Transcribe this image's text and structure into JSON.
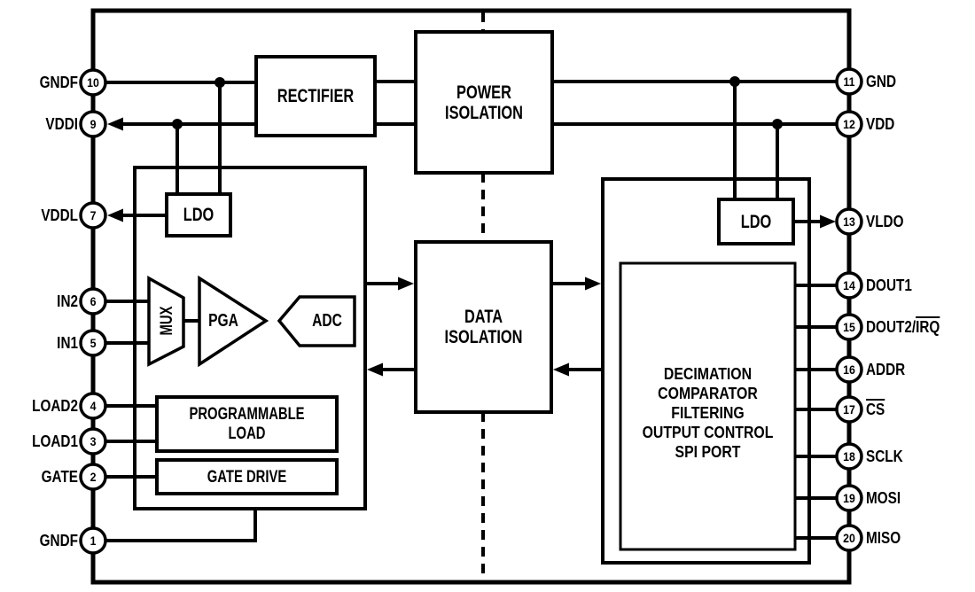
{
  "colors": {
    "ink": "#000000",
    "paper": "#ffffff"
  },
  "pins_left": [
    {
      "num": "10",
      "label": "GNDF"
    },
    {
      "num": "9",
      "label": "VDDI"
    },
    {
      "num": "7",
      "label": "VDDL"
    },
    {
      "num": "6",
      "label": "IN2"
    },
    {
      "num": "5",
      "label": "IN1"
    },
    {
      "num": "4",
      "label": "LOAD2"
    },
    {
      "num": "3",
      "label": "LOAD1"
    },
    {
      "num": "2",
      "label": "GATE"
    },
    {
      "num": "1",
      "label": "GNDF"
    }
  ],
  "pins_right": [
    {
      "num": "11",
      "label": "GND"
    },
    {
      "num": "12",
      "label": "VDD"
    },
    {
      "num": "13",
      "label": "VLDO"
    },
    {
      "num": "14",
      "label": "DOUT1"
    },
    {
      "num": "15",
      "label": "DOUT2/",
      "label_overline": "IRQ"
    },
    {
      "num": "16",
      "label": "ADDR"
    },
    {
      "num": "17",
      "label": "",
      "label_overline": "CS"
    },
    {
      "num": "18",
      "label": "SCLK"
    },
    {
      "num": "19",
      "label": "MOSI"
    },
    {
      "num": "20",
      "label": "MISO"
    }
  ],
  "blocks": {
    "rectifier": {
      "label": "RECTIFIER"
    },
    "power_isolation": {
      "lines": [
        "POWER",
        "ISOLATION"
      ]
    },
    "data_isolation": {
      "lines": [
        "DATA",
        "ISOLATION"
      ]
    },
    "ldo_left": {
      "label": "LDO"
    },
    "ldo_right": {
      "label": "LDO"
    },
    "mux": {
      "label": "MUX"
    },
    "pga": {
      "label": "PGA"
    },
    "adc": {
      "label": "ADC"
    },
    "programmable_load": {
      "lines": [
        "PROGRAMMABLE",
        "LOAD"
      ]
    },
    "gate_drive": {
      "label": "GATE DRIVE"
    },
    "digital_core": {
      "lines": [
        "DECIMATION",
        "COMPARATOR",
        "FILTERING",
        "OUTPUT CONTROL",
        "SPI PORT"
      ]
    }
  }
}
